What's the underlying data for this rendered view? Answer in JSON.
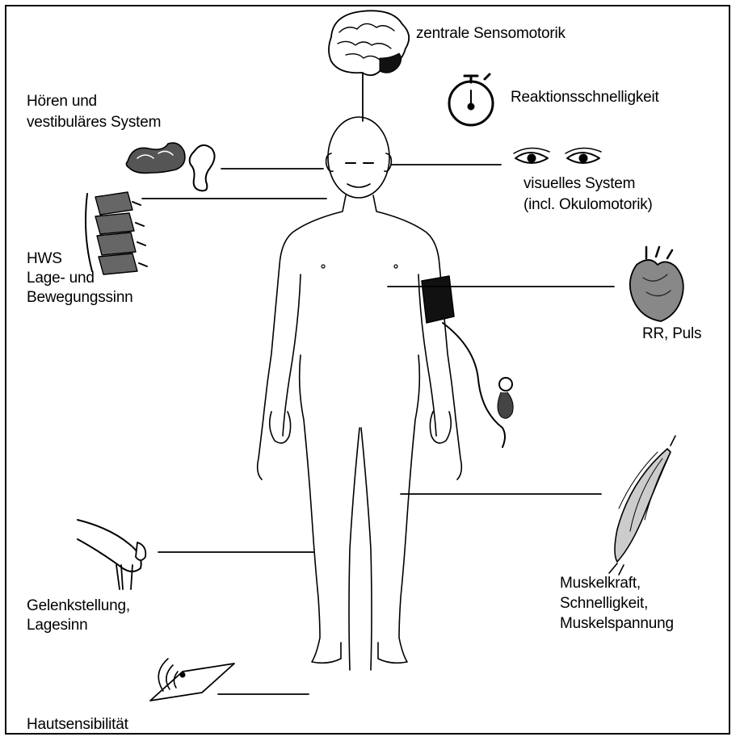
{
  "labels": {
    "central": "zentrale Sensomotorik",
    "reaction": "Reaktionsschnelligkeit",
    "hearing_1": "Hören und",
    "hearing_2": "vestibuläres System",
    "visual_1": "visuelles System",
    "visual_2": "(incl. Okulomotorik)",
    "hws_1": "HWS",
    "hws_2": "Lage- und",
    "hws_3": "Bewegungssinn",
    "rr": "RR, Puls",
    "muscle_1": "Muskelkraft,",
    "muscle_2": "Schnelligkeit,",
    "muscle_3": "Muskelspannung",
    "joint_1": "Gelenkstellung,",
    "joint_2": "Lagesinn",
    "skin": "Hautsensibilität"
  },
  "icons": [
    "brain-icon",
    "stopwatch-icon",
    "ear-icon",
    "eyes-icon",
    "spine-icon",
    "heart-icon",
    "blood-pressure-cuff-icon",
    "muscle-icon",
    "knee-joint-icon",
    "skin-touch-icon"
  ]
}
